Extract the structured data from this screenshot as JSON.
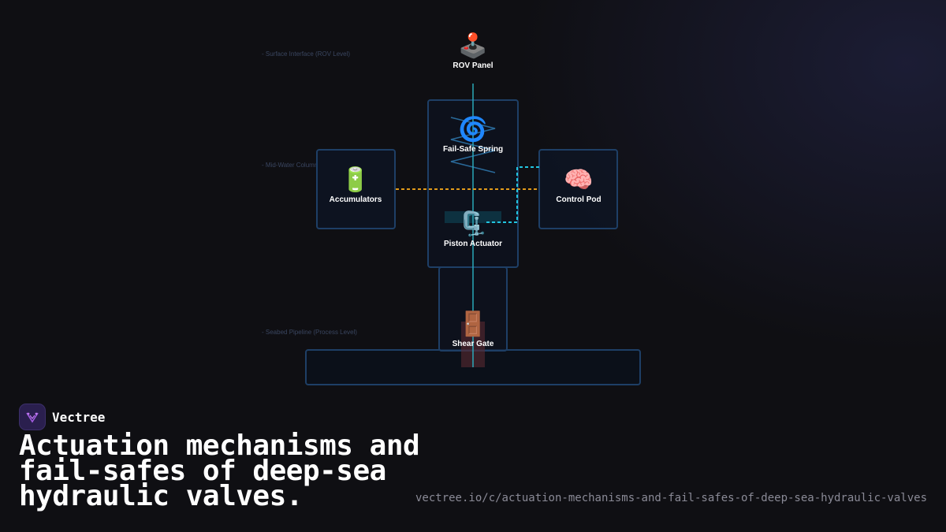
{
  "diagram": {
    "levels": [
      "- Surface Interface (ROV Level)",
      "- Mid-Water Column",
      "- Seabed Pipeline (Process Level)"
    ],
    "nodes": {
      "rov": {
        "icon": "🕹️",
        "icon_name": "joystick-icon",
        "label": "ROV Panel"
      },
      "spring": {
        "icon": "🌀",
        "icon_name": "spiral-spring-icon",
        "label": "Fail-Safe Spring"
      },
      "accumulators": {
        "icon": "🔋",
        "icon_name": "battery-icon",
        "label": "Accumulators"
      },
      "control": {
        "icon": "🧠",
        "icon_name": "brain-icon",
        "label": "Control Pod"
      },
      "piston": {
        "icon": "🗜️",
        "icon_name": "clamp-icon",
        "label": "Piston Actuator"
      },
      "gate": {
        "icon": "🚪",
        "icon_name": "door-icon",
        "label": "Shear Gate"
      }
    },
    "colors": {
      "box_border": "#1e3f66",
      "stem_line": "#2aa8b8",
      "hydraulic_line": "#e09a1a",
      "signal_line": "#22c5e0",
      "gate_body": "#5a2a30"
    }
  },
  "brand": {
    "name": "Vectree"
  },
  "headline": "Actuation mechanisms and fail-safes of deep-sea hydraulic valves.",
  "url": "vectree.io/c/actuation-mechanisms-and-fail-safes-of-deep-sea-hydraulic-valves"
}
